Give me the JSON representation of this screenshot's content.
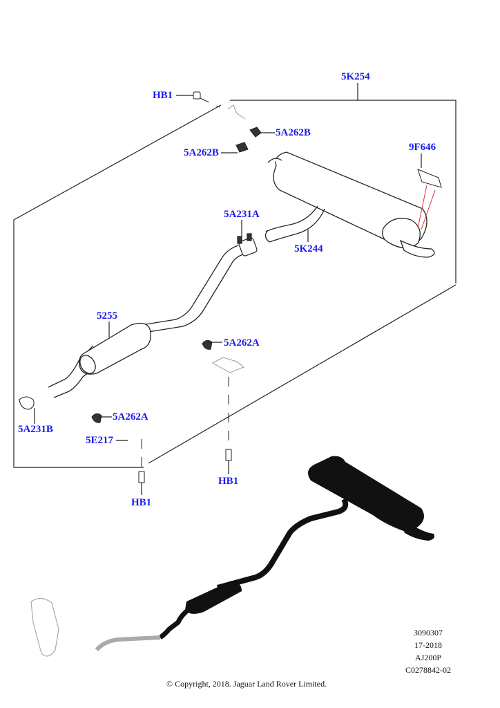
{
  "diagram": {
    "title": "Exhaust system parts diagram",
    "label_color": "#1a1aee",
    "callouts": [
      {
        "id": "5K254",
        "text": "5K254"
      },
      {
        "id": "HB1-top",
        "text": "HB1"
      },
      {
        "id": "5A262B-upper",
        "text": "5A262B"
      },
      {
        "id": "5A262B-lower",
        "text": "5A262B"
      },
      {
        "id": "9F646",
        "text": "9F646"
      },
      {
        "id": "5A231A",
        "text": "5A231A"
      },
      {
        "id": "5K244",
        "text": "5K244"
      },
      {
        "id": "5255",
        "text": "5255"
      },
      {
        "id": "5A262A-right",
        "text": "5A262A"
      },
      {
        "id": "5A262A-left",
        "text": "5A262A"
      },
      {
        "id": "5A231B",
        "text": "5A231B"
      },
      {
        "id": "5E217",
        "text": "5E217"
      },
      {
        "id": "HB1-middle",
        "text": "HB1"
      },
      {
        "id": "HB1-bottom",
        "text": "HB1"
      }
    ]
  },
  "reference": {
    "lines": [
      "3090307",
      "17-2018",
      "AJ200P",
      "C0278842-02"
    ]
  },
  "copyright": "© Copyright, 2018. Jaguar Land Rover Limited."
}
